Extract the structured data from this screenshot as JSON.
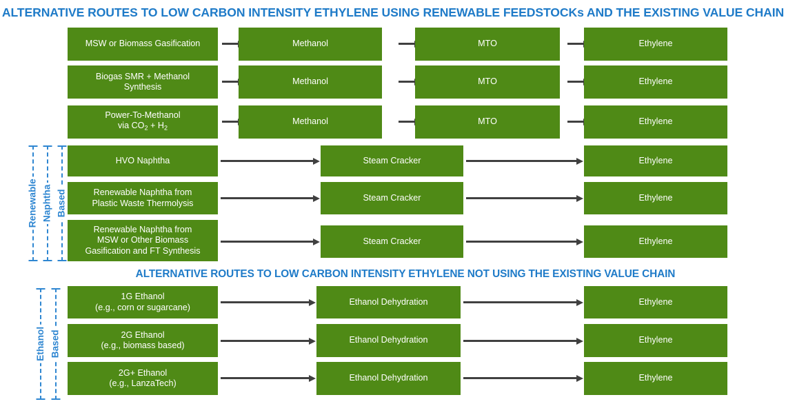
{
  "titles": {
    "main": "ALTERNATIVE ROUTES TO LOW CARBON INTENSITY ETHYLENE USING RENEWABLE FEEDSTOCKs AND THE EXISTING VALUE CHAIN",
    "second": "ALTERNATIVE ROUTES TO LOW CARBON INTENSITY ETHYLENE NOT USING THE EXISTING VALUE CHAIN"
  },
  "colors": {
    "box_green": "#4F8A16",
    "title_blue": "#1F7BC8",
    "bracket_blue": "#2E86D1",
    "arrow_gray": "#404040",
    "box_text": "#FFFFFF"
  },
  "brackets": {
    "naphtha": [
      "Renewable",
      "Naphtha",
      "Based"
    ],
    "ethanol": [
      "Ethanol",
      "Based"
    ]
  },
  "rows": [
    {
      "id": "row-1",
      "feedstock": [
        "MSW or Biomass Gasification"
      ],
      "intermediate": [
        "Methanol"
      ],
      "conversion": [
        "MTO"
      ],
      "product": [
        "Ethylene"
      ]
    },
    {
      "id": "row-2",
      "feedstock": [
        "Biogas SMR + Methanol",
        "Synthesis"
      ],
      "intermediate": [
        "Methanol"
      ],
      "conversion": [
        "MTO"
      ],
      "product": [
        "Ethylene"
      ]
    },
    {
      "id": "row-3",
      "feedstock": [
        "Power-To-Methanol",
        "via CO2 + H2"
      ],
      "feedstock_html": [
        "Power-To-Methanol",
        "via CO<sub>2</sub> + H<sub>2</sub>"
      ],
      "intermediate": [
        "Methanol"
      ],
      "conversion": [
        "MTO"
      ],
      "product": [
        "Ethylene"
      ]
    },
    {
      "id": "row-4",
      "feedstock": [
        "HVO Naphtha"
      ],
      "conversion": [
        "Steam Cracker"
      ],
      "product": [
        "Ethylene"
      ]
    },
    {
      "id": "row-5",
      "feedstock": [
        "Renewable Naphtha from",
        "Plastic Waste Thermolysis"
      ],
      "conversion": [
        "Steam Cracker"
      ],
      "product": [
        "Ethylene"
      ]
    },
    {
      "id": "row-6",
      "feedstock": [
        "Renewable Naphtha from",
        "MSW or Other Biomass",
        "Gasification and FT Synthesis"
      ],
      "conversion": [
        "Steam Cracker"
      ],
      "product": [
        "Ethylene"
      ]
    },
    {
      "id": "row-7",
      "feedstock": [
        "1G Ethanol",
        "(e.g., corn or sugarcane)"
      ],
      "conversion": [
        "Ethanol Dehydration"
      ],
      "product": [
        "Ethylene"
      ]
    },
    {
      "id": "row-8",
      "feedstock": [
        "2G Ethanol",
        "(e.g., biomass based)"
      ],
      "conversion": [
        "Ethanol Dehydration"
      ],
      "product": [
        "Ethylene"
      ]
    },
    {
      "id": "row-9",
      "feedstock": [
        "2G+ Ethanol",
        "(e.g., LanzaTech)"
      ],
      "conversion": [
        "Ethanol Dehydration"
      ],
      "product": [
        "Ethylene"
      ]
    }
  ]
}
